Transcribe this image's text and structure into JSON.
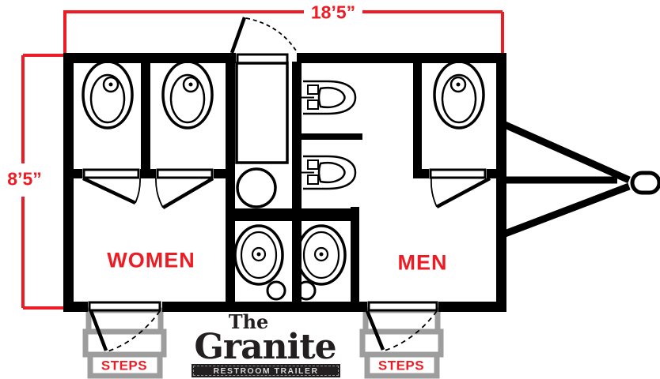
{
  "page": {
    "title": "The Granite Restroom Trailer"
  },
  "dimensions": {
    "width_label": "18’5”",
    "height_label": "8’5”"
  },
  "rooms": {
    "women": "WOMEN",
    "men": "MEN"
  },
  "steps": {
    "left": "STEPS",
    "right": "STEPS"
  },
  "logo": {
    "line1": "The",
    "line2": "Granite",
    "line3": "RESTROOM TRAILER"
  },
  "fixtures": {
    "toilet_count": 3,
    "urinal_count": 2,
    "sink_count": 2,
    "icons": [
      "toilet-icon",
      "urinal-icon",
      "sink-icon",
      "door-swing-icon",
      "steps-icon",
      "hitch-icon",
      "closet-icon",
      "floor-drain-icon"
    ]
  },
  "colors": {
    "accent_red": "#ed1c24",
    "line_black": "#000000",
    "steps_gray": "#9d9d9d",
    "logo_dark": "#231f20",
    "background": "#ffffff"
  }
}
